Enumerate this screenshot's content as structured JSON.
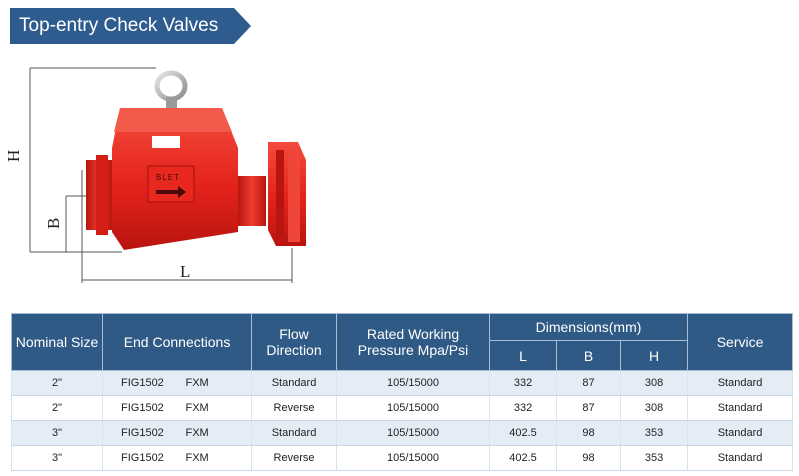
{
  "banner": {
    "title": "Top-entry Check Valves"
  },
  "diagram": {
    "dim_labels": {
      "h": "H",
      "b": "B",
      "l": "L"
    },
    "valve_marking": "BLET"
  },
  "table": {
    "headers": {
      "nominal_size": "Nominal Size",
      "end_connections": "End Connections",
      "flow_direction": "Flow Direction",
      "rated_pressure": "Rated Working Pressure Mpa/Psi",
      "dimensions": "Dimensions(mm)",
      "dim_l": "L",
      "dim_b": "B",
      "dim_h": "H",
      "service": "Service"
    },
    "rows": [
      {
        "size": "2\"",
        "fig": "FIG1502",
        "end": "FXM",
        "flow": "Standard",
        "pressure": "105/15000",
        "l": "332",
        "b": "87",
        "h": "308",
        "service": "Standard"
      },
      {
        "size": "2\"",
        "fig": "FIG1502",
        "end": "FXM",
        "flow": "Reverse",
        "pressure": "105/15000",
        "l": "332",
        "b": "87",
        "h": "308",
        "service": "Standard"
      },
      {
        "size": "3\"",
        "fig": "FIG1502",
        "end": "FXM",
        "flow": "Standard",
        "pressure": "105/15000",
        "l": "402.5",
        "b": "98",
        "h": "353",
        "service": "Standard"
      },
      {
        "size": "3\"",
        "fig": "FIG1502",
        "end": "FXM",
        "flow": "Reverse",
        "pressure": "105/15000",
        "l": "402.5",
        "b": "98",
        "h": "353",
        "service": "Standard"
      }
    ]
  }
}
